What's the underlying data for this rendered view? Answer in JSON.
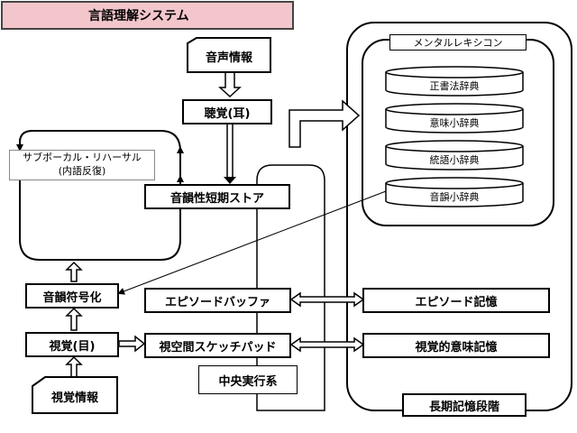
{
  "title": "言語理解システム",
  "nodes": {
    "audio_info": "音声情報",
    "hearing": "聴覚(耳)",
    "phonological_store": "音韻性短期ストア",
    "subvocal": "サブボーカル・リハーサル",
    "subvocal_sub": "(内語反復)",
    "phonological_encoding": "音韻符号化",
    "vision": "視覚(目)",
    "visual_info": "視覚情報",
    "episodic_buffer": "エピソードバッファ",
    "visuospatial_sketchpad": "視空間スケッチパッド",
    "central_executive": "中央実行系",
    "mental_lexicon": "メンタルレキシコン",
    "orthographic_dict": "正書法辞典",
    "semantic_dict": "意味小辞典",
    "syntactic_dict": "統語小辞典",
    "phonological_dict": "音韻小辞典",
    "episodic_memory": "エピソード記憶",
    "visual_semantic_memory": "視覚的意味記憶",
    "long_term_memory": "長期記憶段階"
  }
}
